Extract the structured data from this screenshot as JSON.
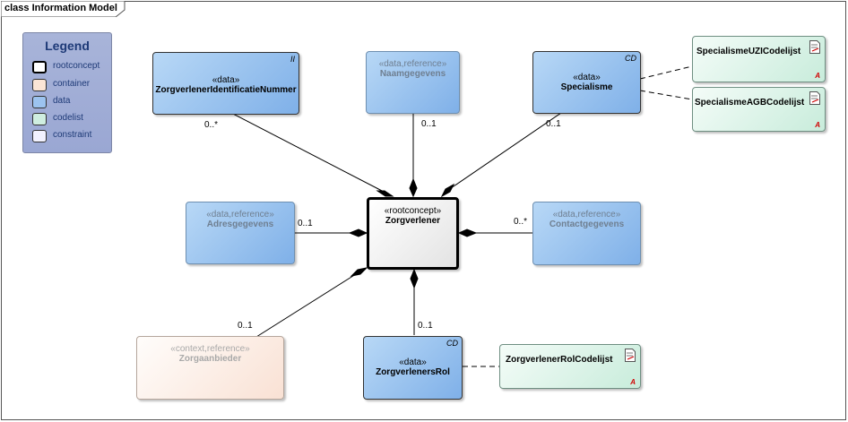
{
  "frame": {
    "title": "class Information Model"
  },
  "legend": {
    "title": "Legend",
    "items": [
      {
        "label": "rootconcept",
        "color": "#ffffff"
      },
      {
        "label": "container",
        "color": "#fbe5d6"
      },
      {
        "label": "data",
        "color": "#9cc3ef"
      },
      {
        "label": "codelist",
        "color": "#cfeee0"
      },
      {
        "label": "constraint",
        "color": "#f2f2ff"
      }
    ]
  },
  "nodes": {
    "identificatie": {
      "stereotype": "«data»",
      "name": "ZorgverlenerIdentificatieNummer",
      "tag": "II"
    },
    "naam": {
      "stereotype": "«data,reference»",
      "name": "Naamgegevens"
    },
    "specialisme": {
      "stereotype": "«data»",
      "name": "Specialisme",
      "tag": "CD"
    },
    "uzi": {
      "name": "SpecialismeUZICodelijst"
    },
    "agb": {
      "name": "SpecialismeAGBCodelijst"
    },
    "adres": {
      "stereotype": "«data,reference»",
      "name": "Adresgegevens"
    },
    "root": {
      "stereotype": "«rootconcept»",
      "name": "Zorgverlener"
    },
    "contact": {
      "stereotype": "«data,reference»",
      "name": "Contactgegevens"
    },
    "aanbieder": {
      "stereotype": "«context,reference»",
      "name": "Zorgaanbieder"
    },
    "rol": {
      "stereotype": "«data»",
      "name": "ZorgverlenersRol",
      "tag": "CD"
    },
    "rolcode": {
      "name": "ZorgverlenerRolCodelijst"
    }
  },
  "multiplicities": {
    "identificatie": "0..*",
    "naam": "0..1",
    "specialisme": "0..1",
    "adres": "0..1",
    "contact": "0..*",
    "aanbieder": "0..1",
    "rol": "0..1"
  }
}
